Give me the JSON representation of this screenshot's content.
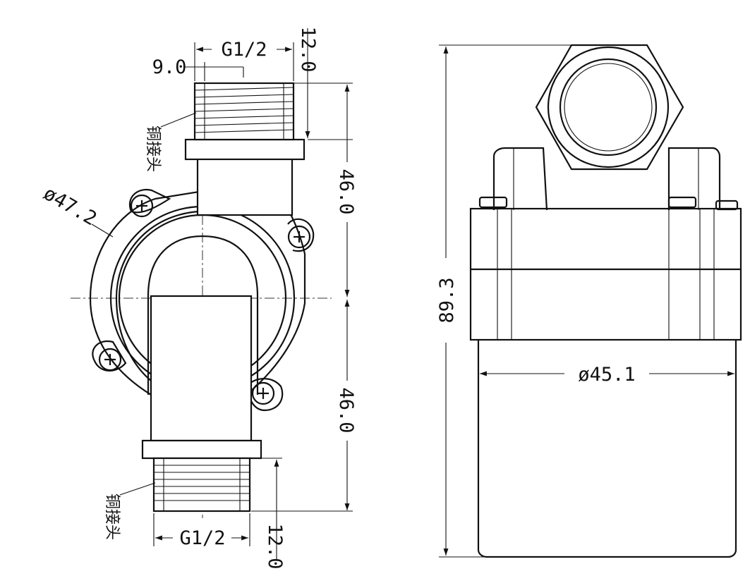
{
  "left_view": {
    "thread_top": "G1/2",
    "thread_bottom": "G1/2",
    "thread_length_top": "12.0",
    "thread_length_bottom": "12.0",
    "offset": "9.0",
    "height_upper": "46.0",
    "height_lower": "46.0",
    "housing_diameter": "ø47.2",
    "label_top": "铜接头",
    "label_bottom": "铜接头"
  },
  "right_view": {
    "total_height": "89.3",
    "body_diameter": "ø45.1"
  }
}
